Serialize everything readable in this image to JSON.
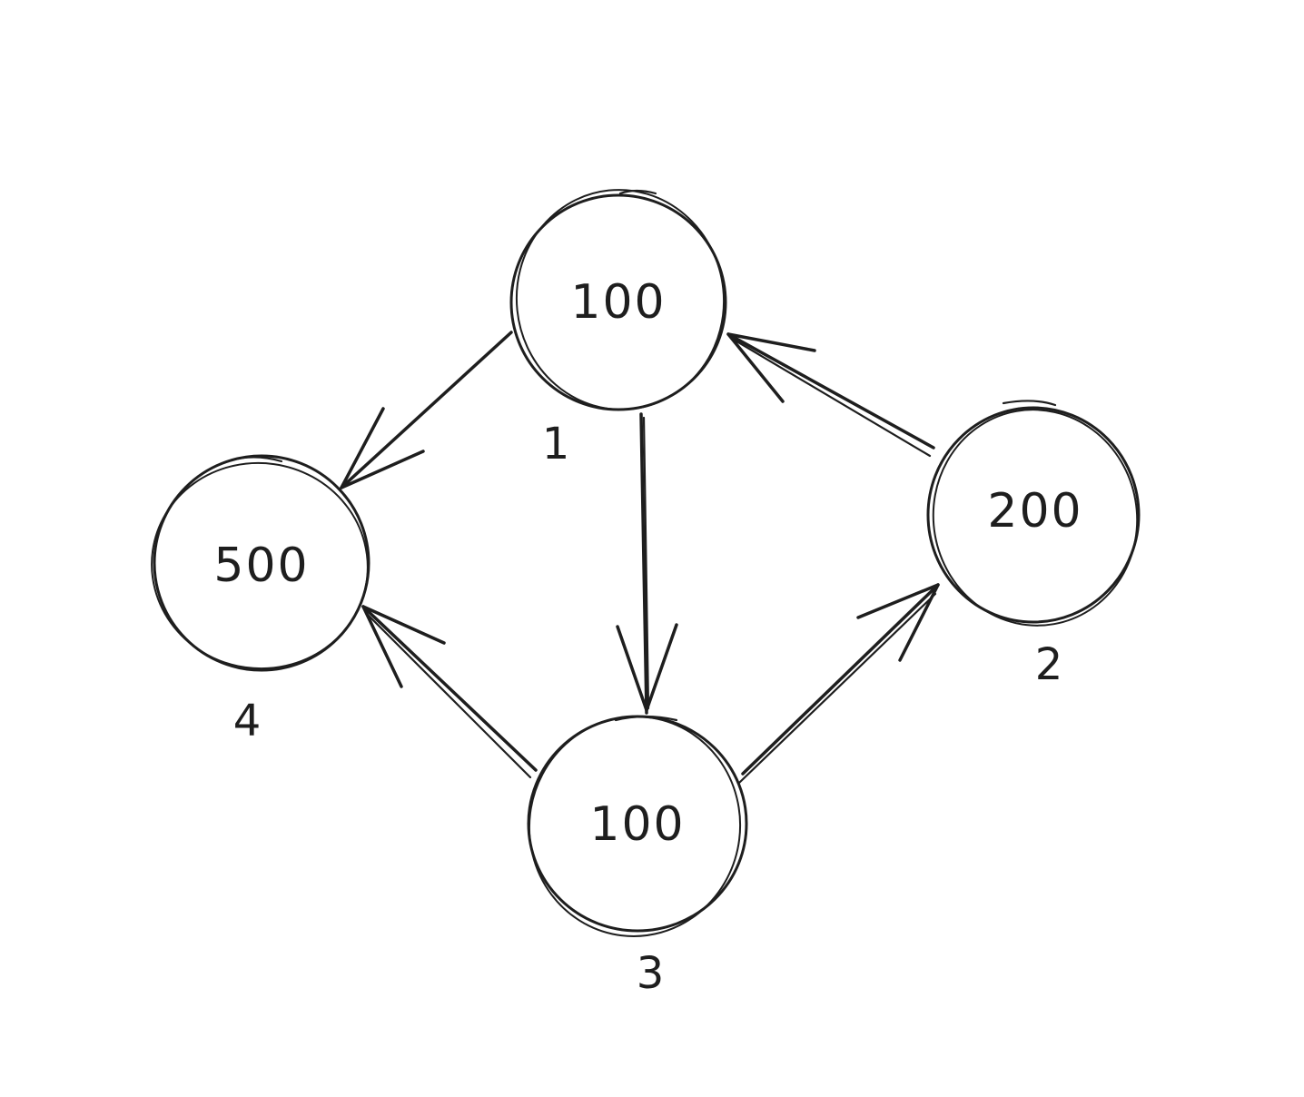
{
  "nodes": [
    {
      "id": "1",
      "value": "100"
    },
    {
      "id": "2",
      "value": "200"
    },
    {
      "id": "3",
      "value": "100"
    },
    {
      "id": "4",
      "value": "500"
    }
  ],
  "edges": [
    {
      "from": "1",
      "to": "4"
    },
    {
      "from": "1",
      "to": "3"
    },
    {
      "from": "2",
      "to": "1"
    },
    {
      "from": "3",
      "to": "2"
    },
    {
      "from": "3",
      "to": "4"
    }
  ],
  "colors": {
    "stroke": "#1e1e1e",
    "background": "#ffffff"
  }
}
